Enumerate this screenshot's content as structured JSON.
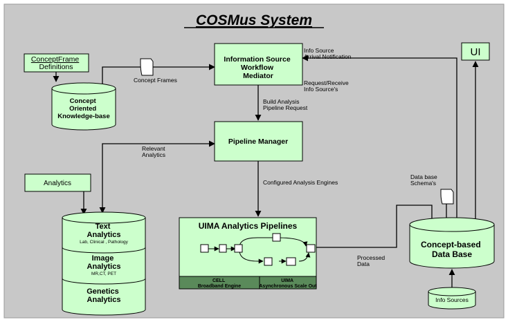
{
  "title": "COSMus System",
  "nodes": {
    "conceptframe_defs": [
      "ConceptFrame",
      "Definitions"
    ],
    "concept_kb": [
      "Concept",
      "Oriented",
      "Knowledge-base"
    ],
    "info_mediator": [
      "Information Source",
      "Workflow",
      "Mediator"
    ],
    "pipeline_manager": "Pipeline Manager",
    "analytics_box": "Analytics",
    "ui_box": "UI",
    "text_analytics": {
      "title": [
        "Text",
        "Analytics"
      ],
      "sub": "Lab, Clinical , Pathology"
    },
    "image_analytics": {
      "title": [
        "Image",
        "Analytics"
      ],
      "sub": "MR,CT, PET"
    },
    "genetics_analytics": {
      "title": [
        "Genetics",
        "Analytics"
      ]
    },
    "uima_pipelines": "UIMA Analytics Pipelines",
    "cell_engine": [
      "CELL",
      "Broadband Engine"
    ],
    "uima_scale": [
      "UIMA",
      "Asynchronous Scale Out"
    ],
    "concept_db": [
      "Concept-based",
      "Data Base"
    ],
    "info_sources": "Info Sources"
  },
  "edge_labels": {
    "concept_frames": "Concept Frames",
    "arrival_notification": [
      "Info Source",
      "Arrival Notification"
    ],
    "request_receive": [
      "Request/Receive",
      "Info Source's"
    ],
    "build_pipeline": [
      "Build Analysis",
      "Pipeline Request"
    ],
    "relevant_analytics": [
      "Relevant",
      "Analytics"
    ],
    "configured_engines": "Configured Analysis Engines",
    "db_schemas": [
      "Data base",
      "Schema's"
    ],
    "processed_data": [
      "Processed",
      "Data"
    ]
  },
  "colors": {
    "page_background": "#c8c8c8",
    "node_fill": "#ccffcc",
    "database_fill": "#ccffcc",
    "pipeline_footer": "#5a8a5a",
    "pipeline_footer_text": "#ffffff",
    "title_text": "#000000",
    "link_text": "#0000ee",
    "stroke": "#000000"
  }
}
